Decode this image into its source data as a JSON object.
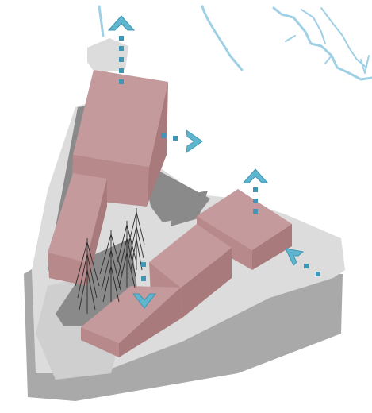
{
  "colors": {
    "background": "#ffffff",
    "terrain_top": "#dcdcdc",
    "terrain_side": "#a9a9a9",
    "courtyard": "#cfcfcf",
    "shadow": "#8a8a8a",
    "roof": "#c49a9c",
    "wall_light": "#b8898b",
    "wall_dark": "#a87a7c",
    "arrow": "#5fb6cf",
    "arrow_dark": "#3f97b5",
    "river": "#9fd0e6",
    "tree": "#2b2b2b"
  },
  "icons": {
    "entry_arrow": "chevron-arrow-icon",
    "path_dot": "square-dot-icon",
    "tree": "conifer-sketch-icon"
  },
  "arrows": [
    {
      "name": "arrow-top",
      "direction": "up"
    },
    {
      "name": "arrow-right",
      "direction": "right"
    },
    {
      "name": "arrow-mid-right",
      "direction": "up"
    },
    {
      "name": "arrow-east",
      "direction": "left"
    },
    {
      "name": "arrow-courtyard",
      "direction": "down"
    }
  ],
  "counts": {
    "buildings": 5,
    "trees": 4,
    "access_arrows": 5
  }
}
